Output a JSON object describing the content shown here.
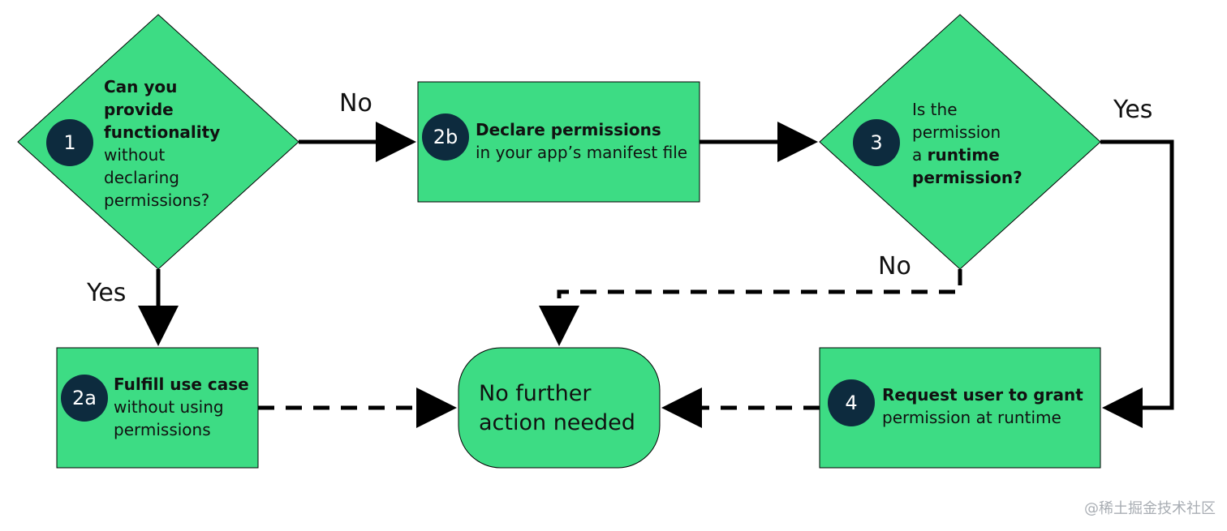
{
  "colors": {
    "node_fill": "#3ddc84",
    "badge_fill": "#0d2b3e",
    "line": "#000000"
  },
  "nodes": {
    "step1": {
      "badge": "1",
      "lines_bold": [
        "Can you",
        "provide",
        "functionality"
      ],
      "lines_regular": [
        "without",
        "declaring",
        "permissions?"
      ]
    },
    "step2b": {
      "badge": "2b",
      "bold": "Declare permissions",
      "regular": "in your app’s manifest file"
    },
    "step3": {
      "badge": "3",
      "regular_1": "Is the",
      "regular_2": "permission",
      "regular_3": "a",
      "bold_3": "runtime",
      "bold_4": "permission?"
    },
    "step2a": {
      "badge": "2a",
      "bold": "Fulfill use case",
      "regular_1": "without using",
      "regular_2": "permissions"
    },
    "end": {
      "line_1": "No further",
      "line_2": "action needed"
    },
    "step4": {
      "badge": "4",
      "bold": "Request user to grant",
      "regular": "permission at runtime"
    }
  },
  "edges": {
    "step1_no": "No",
    "step1_yes": "Yes",
    "step3_yes": "Yes",
    "step3_no": "No"
  },
  "watermark": "@稀土掘金技术社区"
}
